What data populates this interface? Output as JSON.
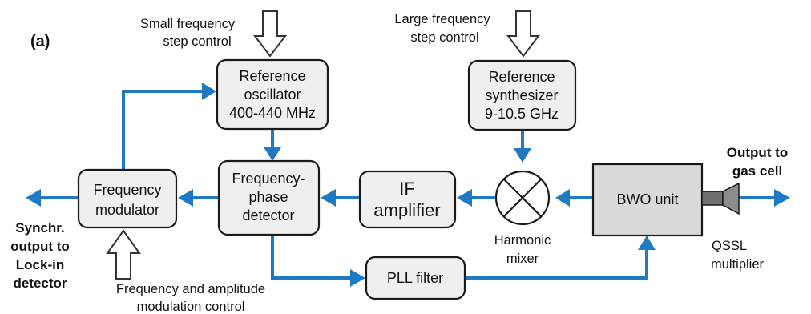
{
  "panel_label": "(a)",
  "blocks": {
    "reference_oscillator": [
      "Reference",
      "oscillator",
      "400-440 MHz"
    ],
    "reference_synthesizer": [
      "Reference",
      "synthesizer",
      "9-10.5 GHz"
    ],
    "frequency_modulator": [
      "Frequency",
      "modulator"
    ],
    "frequency_phase_detector": [
      "Frequency-",
      "phase",
      "detector"
    ],
    "if_amplifier": [
      "IF",
      "amplifier"
    ],
    "bwo_unit": "BWO unit",
    "pll_filter": "PLL filter"
  },
  "labels": {
    "small_step_control": [
      "Small frequency",
      "step control"
    ],
    "large_step_control": [
      "Large frequency",
      "step control"
    ],
    "harmonic_mixer": [
      "Harmonic",
      "mixer"
    ],
    "qssl_multiplier": [
      "QSSL",
      "multiplier"
    ],
    "output_to_gas_cell": [
      "Output to",
      "gas cell"
    ],
    "synchr_output": [
      "Synchr.",
      "output to",
      "Lock-in",
      "detector"
    ],
    "modulation_control": [
      "Frequency and amplitude",
      "modulation control"
    ]
  },
  "colors": {
    "signal_line": "#1f7ac3",
    "block_fill": "#efefef",
    "bwo_fill": "#d9d9d9",
    "multiplier_fill": "#8c8c8c"
  }
}
